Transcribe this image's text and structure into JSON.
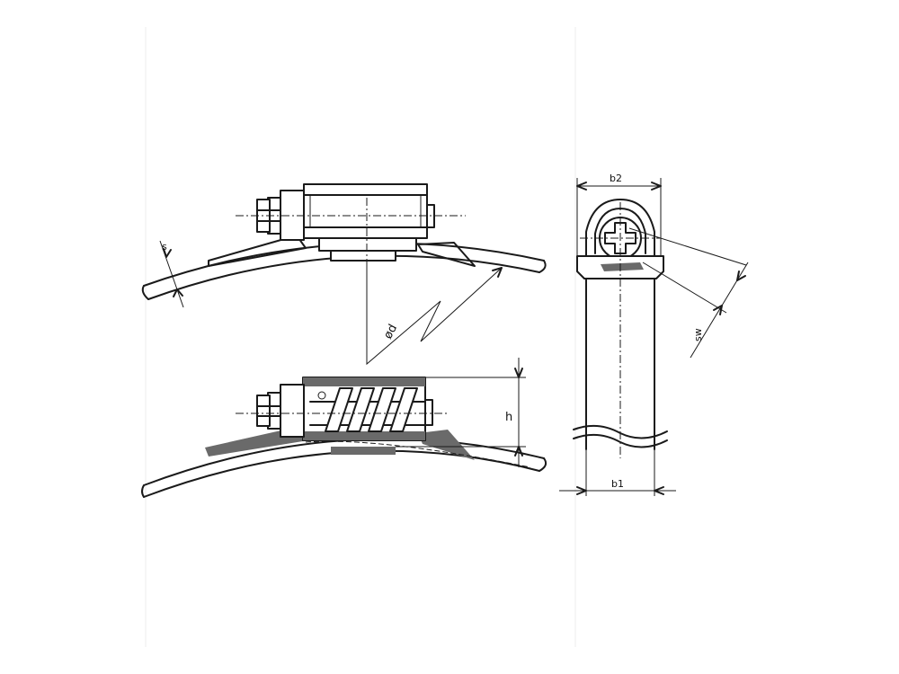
{
  "labels": {
    "s": "s",
    "d": "ød",
    "h": "h",
    "b2": "b2",
    "b1": "b1",
    "sw": "sw"
  },
  "colors": {
    "line": "#1a1a1a",
    "hatch": "#6a6a6a",
    "background": "#ffffff"
  }
}
